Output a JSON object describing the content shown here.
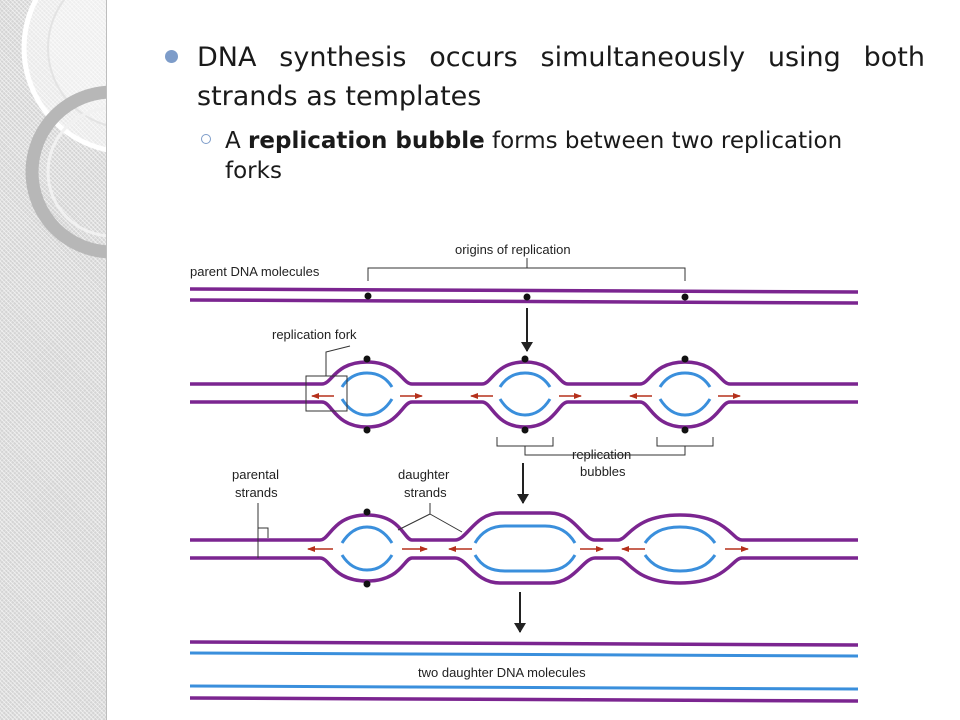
{
  "bullets": {
    "main": "DNA synthesis occurs simultaneously using both strands as templates",
    "sub_prefix": "A ",
    "sub_bold": "replication bubble",
    "sub_suffix": " forms between two replication forks"
  },
  "figure": {
    "labels": {
      "origins": "origins of replication",
      "parent": "parent DNA molecules",
      "fork": "replication fork",
      "bubbles_1": "replication",
      "bubbles_2": "bubbles",
      "parental_1": "parental",
      "parental_2": "strands",
      "daughter_1": "daughter",
      "daughter_2": "strands",
      "daughters": "two daughter DNA molecules"
    },
    "colors": {
      "parental_strand": "#7b2590",
      "daughter_strand": "#3a8fdc",
      "fork_arrow": "#b5301b"
    }
  }
}
